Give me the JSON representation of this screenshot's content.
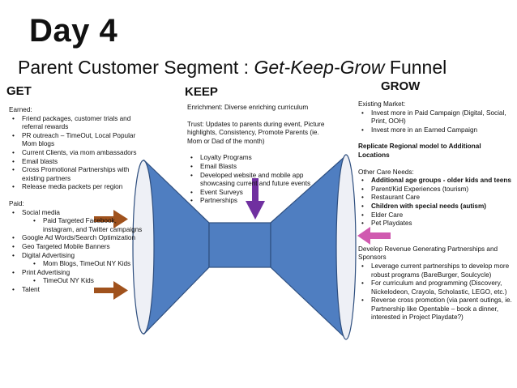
{
  "header": {
    "day": "Day 4",
    "subtitle_prefix": "Parent Customer Segment : ",
    "subtitle_italic": "Get-Keep-Grow",
    "subtitle_suffix": " Funnel"
  },
  "columns": {
    "get": "GET",
    "keep": "KEEP",
    "grow": "GROW"
  },
  "get": {
    "earned_label": "Earned:",
    "earned_items": [
      "Friend packages, customer trials and referral rewards",
      "PR outreach – TimeOut, Local Popular Mom blogs",
      "Current Clients, via mom ambassadors",
      "Email blasts",
      "Cross Promotional Partnerships with existing partners",
      "Release media packets per region"
    ],
    "paid_label": "Paid:",
    "social_media": "Social media",
    "social_sub": "Paid Targeted Facebook, instagram, and Twitter campaigns",
    "google": "Google Ad Words/Search Optimization",
    "geo": "Geo Targeted Mobile Banners",
    "digital": "Digital Advertising",
    "digital_sub": "Mom Blogs, TimeOut NY Kids",
    "print": "Print Advertising",
    "print_sub": "TimeOut NY Kids",
    "talent": "Talent"
  },
  "keep": {
    "enrichment": "Enrichment: Diverse enriching curriculum",
    "trust": "Trust: Updates to parents during event, Picture highlights, Consistency, Promote Parents (ie. Mom or Dad of the month)",
    "items": [
      "Loyalty Programs",
      "Email Blasts",
      "Developed website and mobile app showcasing current and future events",
      "Event Surveys",
      "Partnerships"
    ]
  },
  "grow": {
    "existing_label": "Existing Market:",
    "existing_items": [
      "Invest more in Paid Campaign (Digital, Social, Print, OOH)",
      "Invest more in an Earned Campaign"
    ],
    "replicate": "Replicate Regional model to Additional Locations",
    "other_label": "Other Care Needs:",
    "care_additional": "Additional age groups - older kids and teens",
    "care_parentkid": "Parent/Kid Experiences (tourism)",
    "care_restaurant": "Restaurant Care",
    "care_special": "Children with special needs (autism)",
    "care_elder": "Elder Care",
    "care_pet": "Pet Playdates",
    "develop_label": "Develop Revenue Generating Partnerships and Sponsors",
    "develop_items": [
      "Leverage current partnerships to develop more robust programs (BareBurger, Soulcycle)",
      "For curriculum and programming (Discovery, Nickelodeon, Crayola, Scholastic, LEGO, etc.)",
      "Reverse cross promotion (via parent outings, ie. Partnership like Opentable – book a dinner, interested in Project Playdate?)"
    ]
  },
  "colors": {
    "funnel_fill": "#4f7ec1",
    "funnel_stroke": "#2f4f7f",
    "rim_fill": "#eef0f6",
    "arrow_get": "#a0521d",
    "arrow_keep": "#7030a0",
    "arrow_grow": "#d05ab0"
  }
}
